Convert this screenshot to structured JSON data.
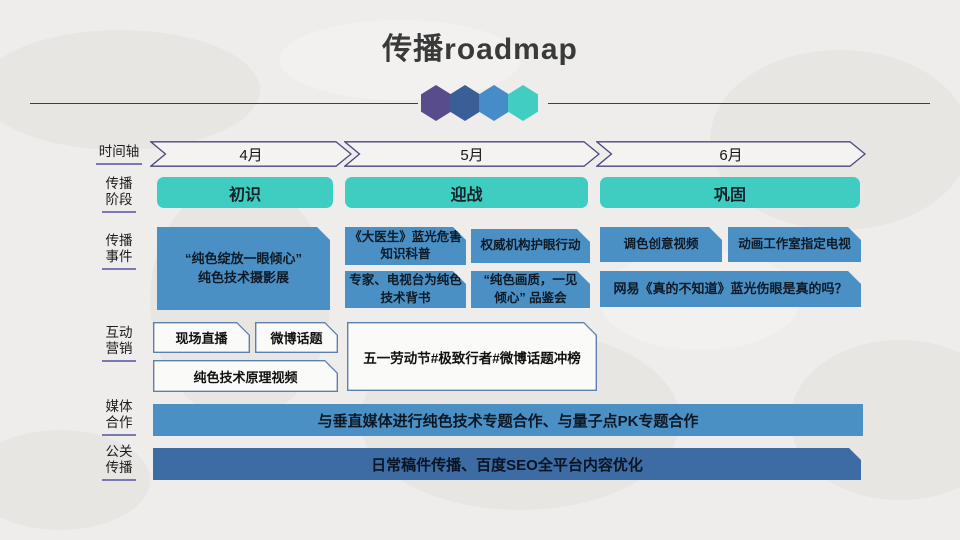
{
  "title": "传播roadmap",
  "labels": {
    "timeline": "时间轴",
    "stage": "传播\n阶段",
    "events": "传播\n事件",
    "interactive": "互动\n营销",
    "media": "媒体\n合作",
    "pr": "公关\n传播"
  },
  "timeline": {
    "months": [
      "4月",
      "5月",
      "6月"
    ]
  },
  "stages": [
    "初识",
    "迎战",
    "巩固"
  ],
  "events": {
    "m4_main": "“纯色绽放一眼倾心”\n纯色技术摄影展",
    "m5_a": "《大医生》蓝光危害\n知识科普",
    "m5_b": "权威机构护眼行动",
    "m5_c": "专家、电视台为纯色\n技术背书",
    "m5_d": "“纯色画质，一见\n倾心” 品鉴会",
    "m6_a": "调色创意视频",
    "m6_b": "动画工作室指定电视",
    "m6_c": "网易《真的不知道》蓝光伤眼是真的吗？"
  },
  "interactive": {
    "live": "现场直播",
    "weibo": "微博话题",
    "video": "纯色技术原理视频",
    "labor_day": "五一劳动节#极致行者#微博话题冲榜"
  },
  "media_bar": "与垂直媒体进行纯色技术专题合作、与量子点PK专题合作",
  "pr_bar": "日常稿件传播、百度SEO全平台内容优化",
  "colors": {
    "hex1": "#584c8d",
    "hex2": "#3a5f97",
    "hex3": "#468cc8",
    "hex4": "#41cdc1",
    "teal": "#3fcdc1",
    "event_blue": "#4b90c5",
    "pr_blue": "#3d6ba3",
    "arrow_border": "#4a4880",
    "arrow_fill": "#f4f3f1",
    "wbox_border": "#5b7fae",
    "wbox_fill": "#fafaf8",
    "underline": "#7a77b5",
    "line_color": "#24455f"
  }
}
